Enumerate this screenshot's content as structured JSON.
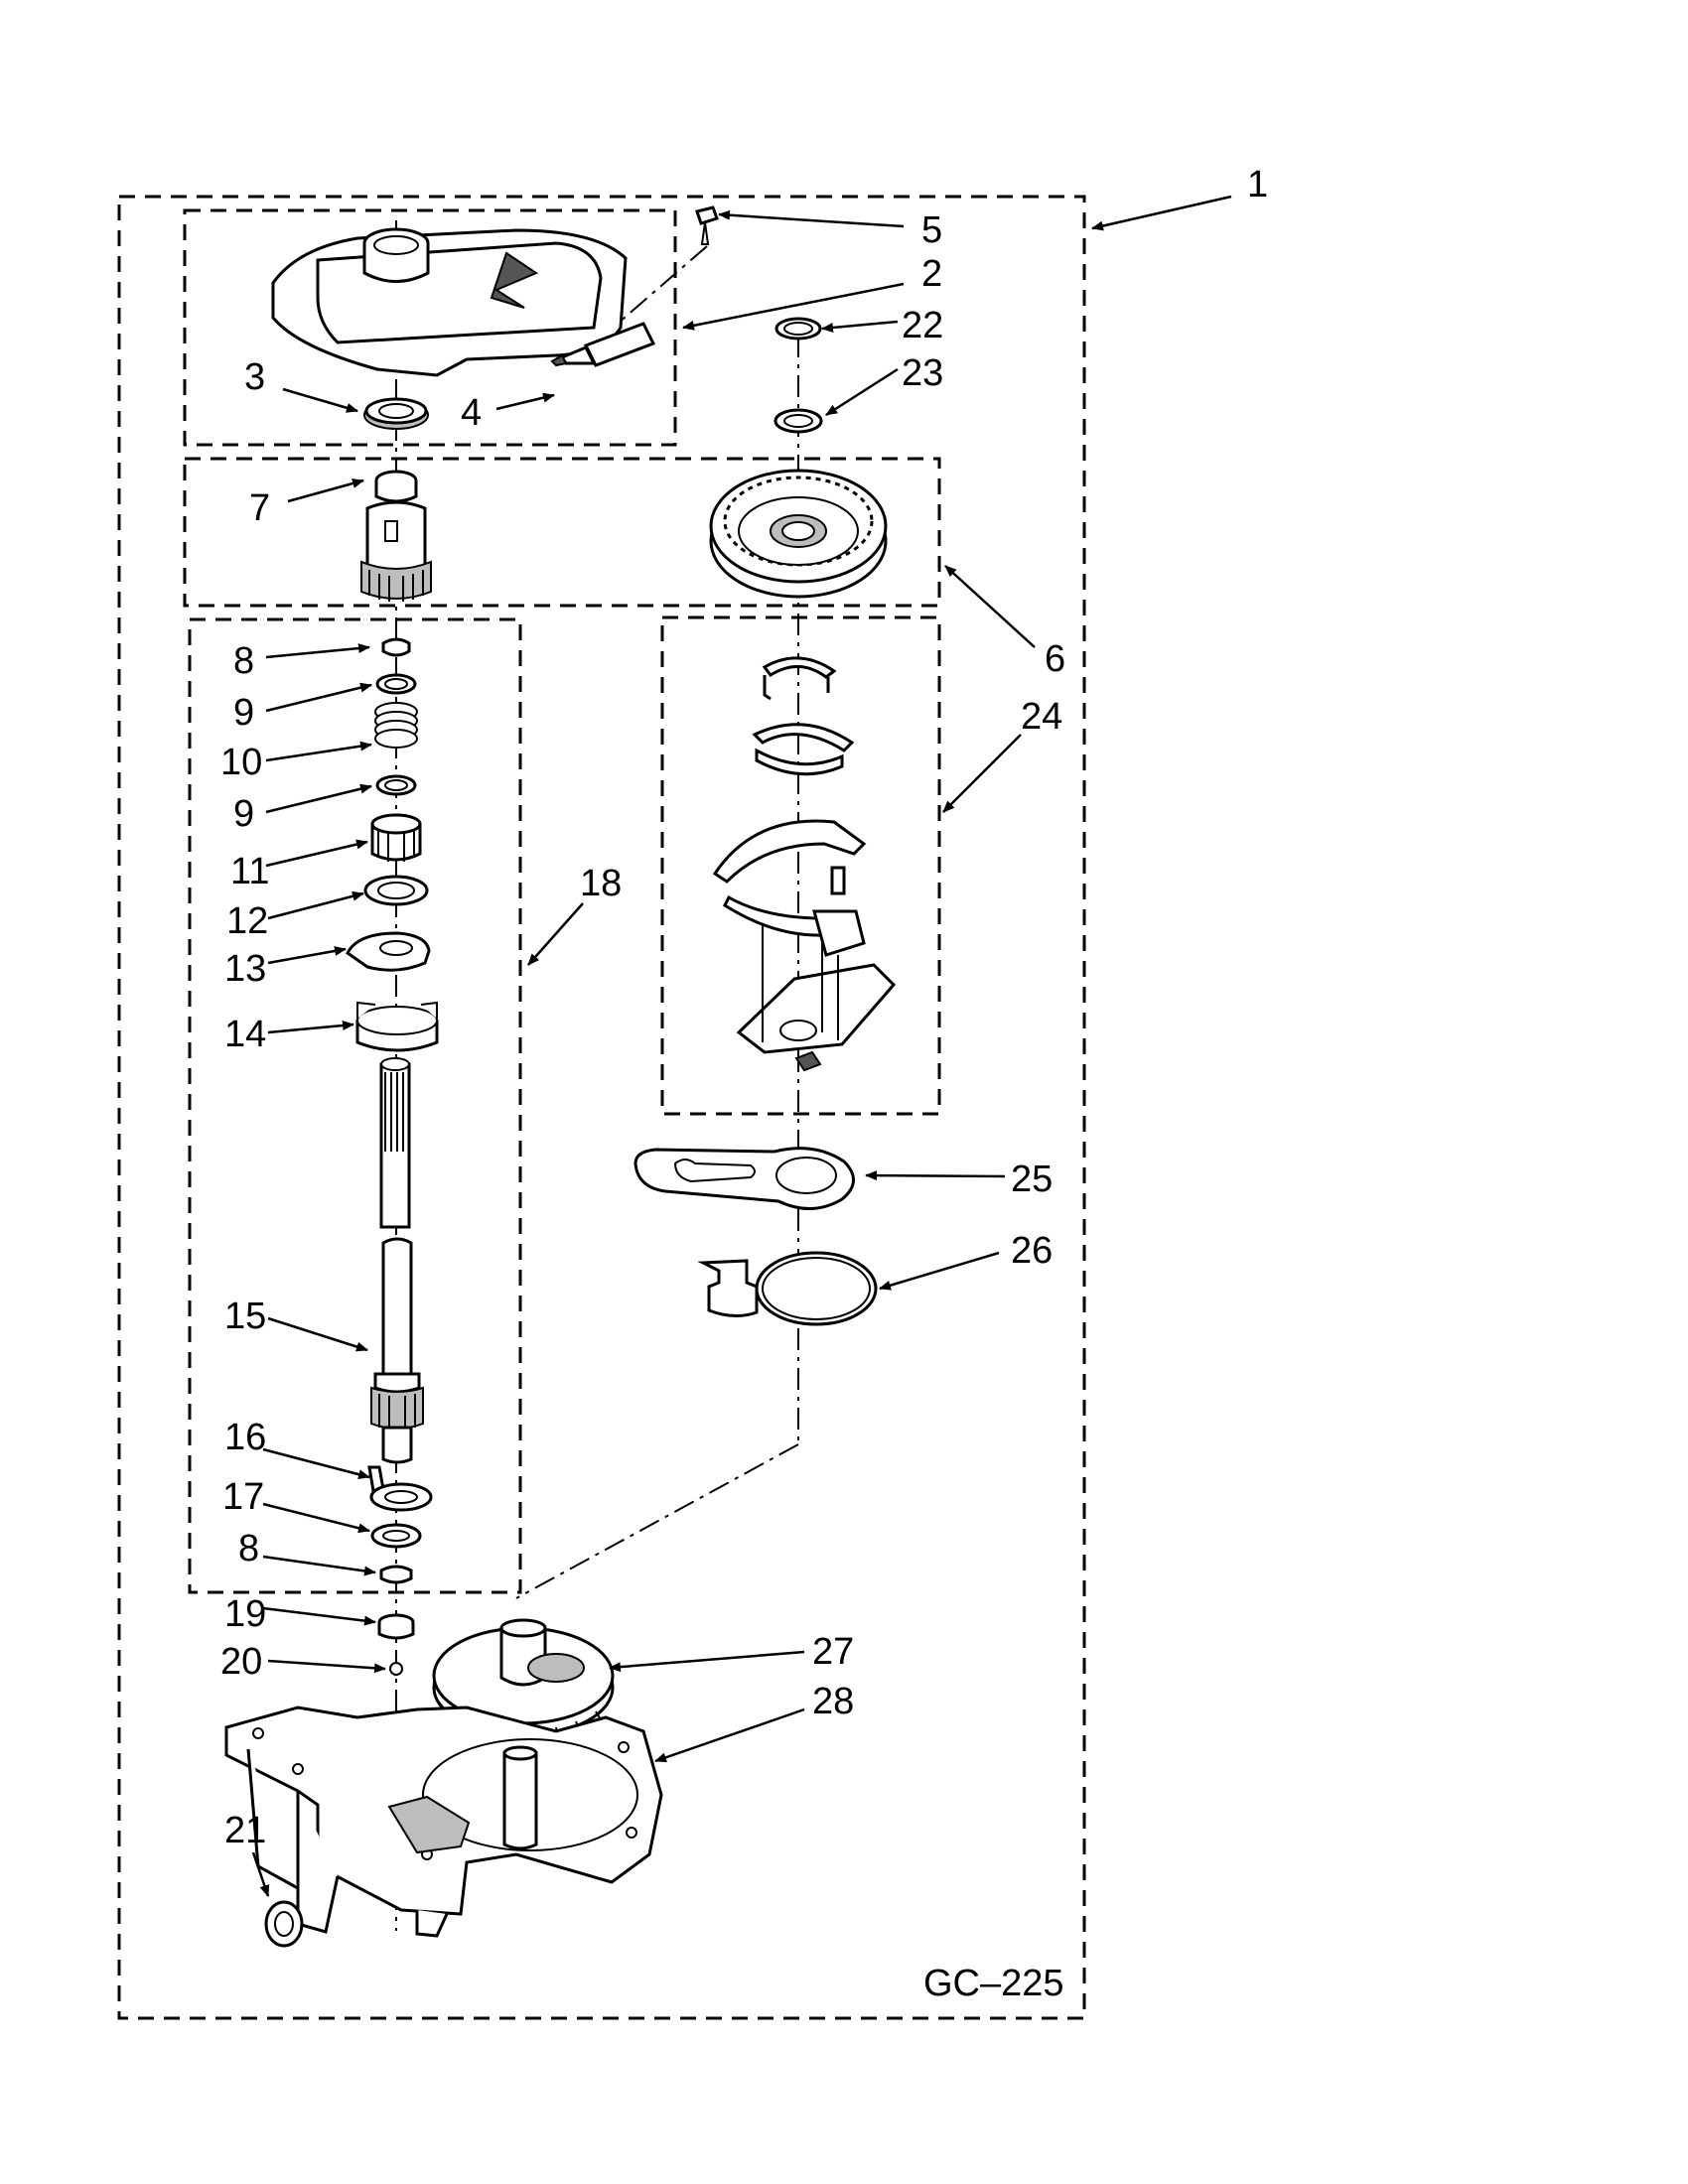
{
  "diagram_code": "GC–225",
  "callouts": [
    {
      "id": "c1",
      "label": "1"
    },
    {
      "id": "c2",
      "label": "2"
    },
    {
      "id": "c3",
      "label": "3"
    },
    {
      "id": "c4",
      "label": "4"
    },
    {
      "id": "c5",
      "label": "5"
    },
    {
      "id": "c6",
      "label": "6"
    },
    {
      "id": "c7",
      "label": "7"
    },
    {
      "id": "c8a",
      "label": "8"
    },
    {
      "id": "c8b",
      "label": "8"
    },
    {
      "id": "c9a",
      "label": "9"
    },
    {
      "id": "c9b",
      "label": "9"
    },
    {
      "id": "c10",
      "label": "10"
    },
    {
      "id": "c11",
      "label": "11"
    },
    {
      "id": "c12",
      "label": "12"
    },
    {
      "id": "c13",
      "label": "13"
    },
    {
      "id": "c14",
      "label": "14"
    },
    {
      "id": "c15",
      "label": "15"
    },
    {
      "id": "c16",
      "label": "16"
    },
    {
      "id": "c17",
      "label": "17"
    },
    {
      "id": "c18",
      "label": "18"
    },
    {
      "id": "c19",
      "label": "19"
    },
    {
      "id": "c20",
      "label": "20"
    },
    {
      "id": "c21",
      "label": "21"
    },
    {
      "id": "c22",
      "label": "22"
    },
    {
      "id": "c23",
      "label": "23"
    },
    {
      "id": "c24",
      "label": "24"
    },
    {
      "id": "c25",
      "label": "25"
    },
    {
      "id": "c26",
      "label": "26"
    },
    {
      "id": "c27",
      "label": "27"
    },
    {
      "id": "c28",
      "label": "28"
    }
  ]
}
